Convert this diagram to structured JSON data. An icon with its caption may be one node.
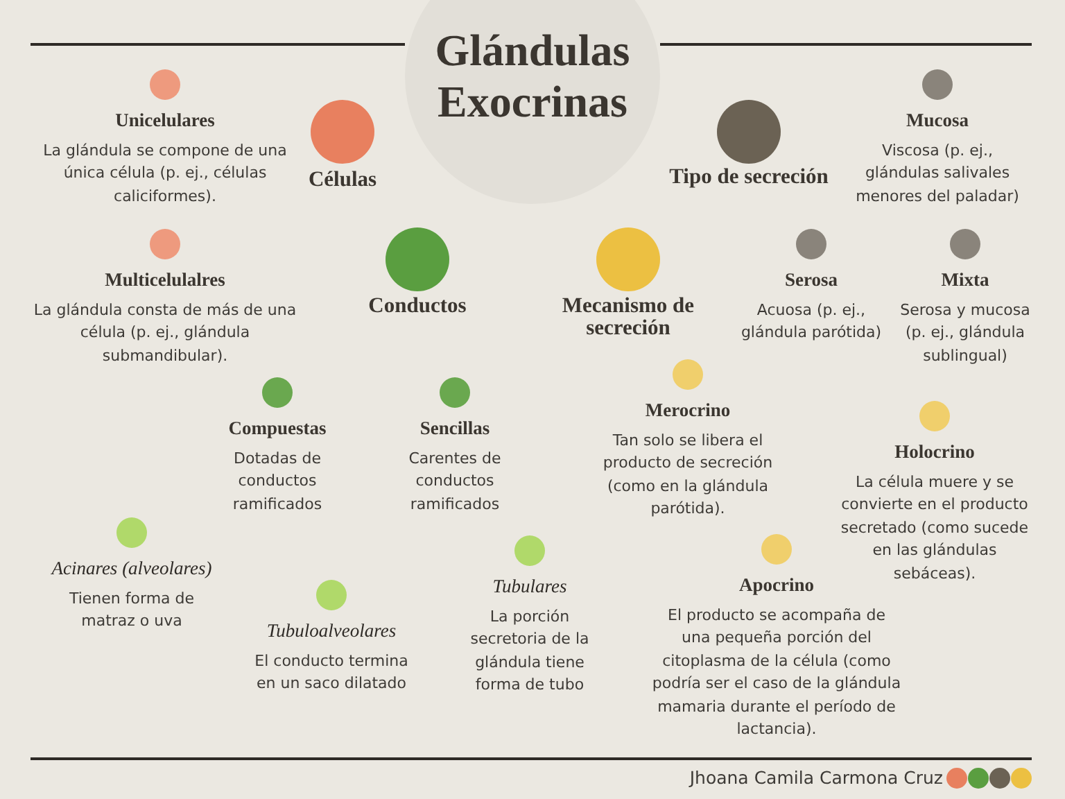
{
  "diagram": {
    "title": "Glándulas Exocrinas",
    "nodes": [
      {
        "text": [
          "Unicelulares",
          "La glándula se compone de una única célula (p. ej., células caliciformes)."
        ]
      },
      {
        "text": [
          "Células"
        ]
      },
      {
        "text": [
          "Mucosa",
          "Viscosa (p. ej., glándulas salivales menores del paladar)"
        ]
      },
      {
        "text": [
          "Tipo de secreción"
        ]
      },
      {
        "text": [
          "Multicelulalres",
          "La glándula consta de más de una célula (p. ej., glándula submandibular)."
        ]
      },
      {
        "text": [
          "Conductos"
        ]
      },
      {
        "text": [
          "Mecanismo de secreción"
        ]
      },
      {
        "text": [
          "Serosa",
          "Acuosa (p. ej., glándula parótida)"
        ]
      },
      {
        "text": [
          "Mixta",
          "Serosa y mucosa (p. ej., glándula sublingual)"
        ]
      },
      {
        "text": [
          "Compuestas",
          "Dotadas de conductos ramificados"
        ]
      },
      {
        "text": [
          "Sencillas",
          "Carentes de conductos ramificados"
        ]
      },
      {
        "text": [
          "Merocrino",
          "Tan solo se libera el producto de secreción (como en la glándula parótida)."
        ]
      },
      {
        "text": [
          "Holocrino",
          "La célula muere y se convierte en el producto secretado (como sucede en las glándulas sebáceas)."
        ]
      },
      {
        "text": [
          "Acinares (alveolares)",
          "Tienen forma de matraz o uva"
        ]
      },
      {
        "text": [
          "Tubuloalveolares",
          "El conducto termina en un saco dilatado"
        ]
      },
      {
        "text": [
          "Tubulares",
          "La porción secretoria de la glándula tiene forma de tubo"
        ]
      },
      {
        "text": [
          "Apocrino",
          "El producto se acompaña de una pequeña porción del citoplasma de la célula (como podría ser el caso de la glándula mamaria durante el período de lactancia)."
        ]
      }
    ],
    "edges": [],
    "labels": [
      "Jhoana Camila Carmona Cruz"
    ]
  }
}
